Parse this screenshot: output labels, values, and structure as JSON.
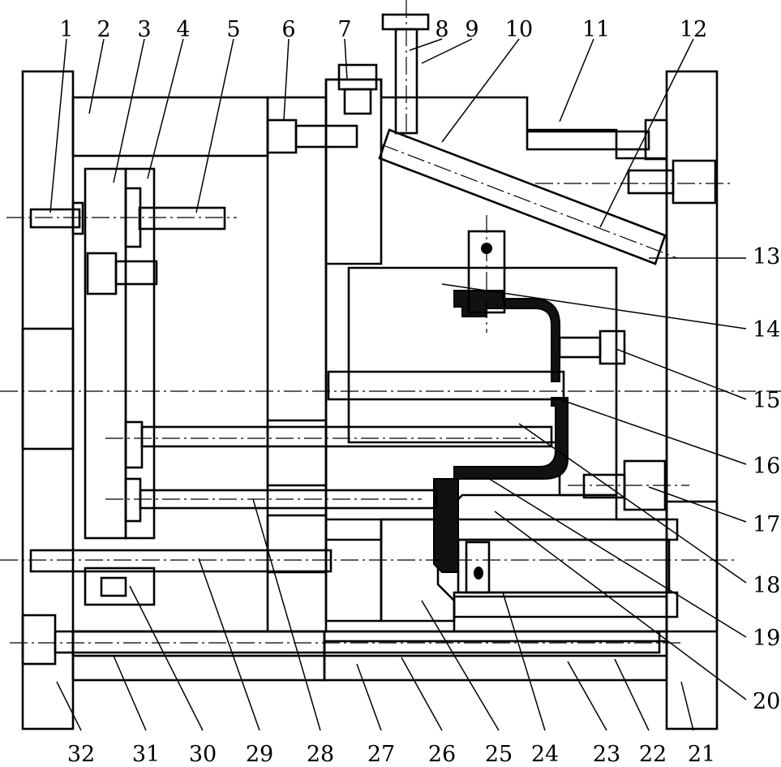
{
  "figure": {
    "labels_top": [
      "1",
      "2",
      "3",
      "4",
      "5",
      "6",
      "7",
      "8",
      "9",
      "10",
      "11",
      "12"
    ],
    "labels_right": [
      "13",
      "14",
      "15",
      "16",
      "17",
      "18",
      "19",
      "20"
    ],
    "labels_bottom": [
      "32",
      "31",
      "30",
      "29",
      "28",
      "27",
      "26",
      "25",
      "24",
      "23",
      "22",
      "21"
    ]
  }
}
